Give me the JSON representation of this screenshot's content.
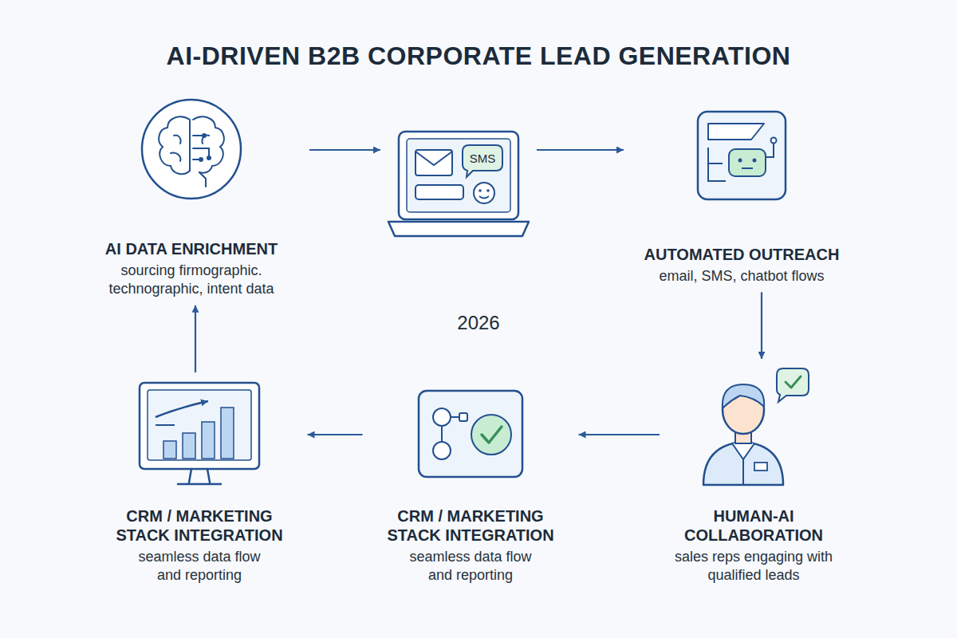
{
  "diagram": {
    "title": "AI-DRIVEN B2B CORPORATE LEAD GENERATION",
    "nodes": [
      {
        "text": [
          "AI DATA ENRICHMENT",
          "sourcing firmographic. technographic, intent data"
        ]
      },
      {
        "text": [
          "SMS"
        ]
      },
      {
        "text": [
          "AUTOMATED OUTREACH",
          "email, SMS, chatbot flows"
        ]
      },
      {
        "text": [
          "CRM / MARKETING STACK INTEGRATION",
          "seamless data flow and reporting"
        ]
      },
      {
        "text": [
          "CRM / MARKETING STACK INTEGRATION",
          "seamless data flow and reporting"
        ]
      },
      {
        "text": [
          "HUMAN-AI COLLABORATION",
          "sales reps engaging with qualified leads"
        ]
      }
    ],
    "edges": [
      {
        "from": 0,
        "to": 1,
        "arrow": "to"
      },
      {
        "from": 1,
        "to": 2,
        "arrow": "to"
      },
      {
        "from": 2,
        "to": 5,
        "arrow": "to"
      },
      {
        "from": 5,
        "to": 4,
        "arrow": "to"
      },
      {
        "from": 4,
        "to": 3,
        "arrow": "to"
      },
      {
        "from": 3,
        "to": 0,
        "arrow": "to"
      }
    ],
    "labels": [
      "2026"
    ]
  }
}
